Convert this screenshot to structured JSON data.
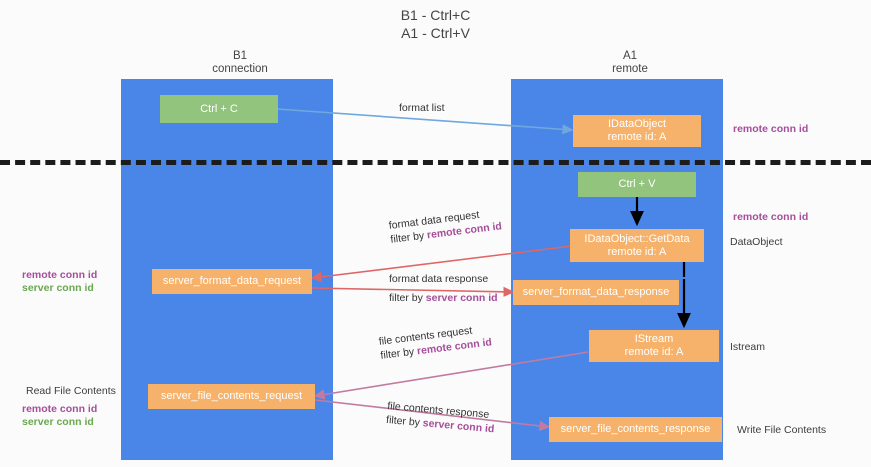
{
  "title": {
    "line1": "B1 - Ctrl+C",
    "line2": "A1 - Ctrl+V"
  },
  "lanes": [
    {
      "id": "b1",
      "name": "B1",
      "sub": "connection"
    },
    {
      "id": "a1",
      "name": "A1",
      "sub": "remote"
    }
  ],
  "nodes": {
    "ctrl_c": {
      "line1": "Ctrl + C",
      "line2": ""
    },
    "idataobject": {
      "line1": "IDataObject",
      "line2": "remote id: A"
    },
    "ctrl_v": {
      "line1": "Ctrl + V",
      "line2": ""
    },
    "getdata": {
      "line1": "IDataObject::GetData",
      "line2": "remote id: A"
    },
    "fmt_req": {
      "line1": "server_format_data_request",
      "line2": ""
    },
    "fmt_resp": {
      "line1": "server_format_data_response",
      "line2": ""
    },
    "istream": {
      "line1": "IStream",
      "line2": "remote id: A"
    },
    "file_req": {
      "line1": "server_file_contents_request",
      "line2": ""
    },
    "file_resp": {
      "line1": "server_file_contents_response",
      "line2": ""
    }
  },
  "edges": {
    "format_list": {
      "text": "format list"
    },
    "fmt_req_l1": {
      "text": "format data request"
    },
    "fmt_req_l2a": {
      "text": "filter by "
    },
    "fmt_req_l2b": {
      "text": "remote conn id"
    },
    "fmt_resp_l1": {
      "text": "format data response"
    },
    "fmt_resp_l2a": {
      "text": "filter by "
    },
    "fmt_resp_l2b": {
      "text": "server conn id"
    },
    "file_req_l1": {
      "text": "file contents request"
    },
    "file_req_l2a": {
      "text": "filter by "
    },
    "file_req_l2b": {
      "text": "remote conn id"
    },
    "file_resp_l1": {
      "text": "file contents response"
    },
    "file_resp_l2a": {
      "text": "filter by "
    },
    "file_resp_l2b": {
      "text": "server conn id"
    }
  },
  "annotations": {
    "right_remote_conn_top": "remote conn id",
    "right_remote_conn_mid": "remote conn id",
    "right_dataobject": "DataObject",
    "right_istream": "Istream",
    "right_write_file": "Write File Contents",
    "left_remote_conn": "remote conn id",
    "left_server_conn": "server conn id",
    "left_read_file": "Read File Contents",
    "left_remote_conn2": "remote conn id",
    "left_server_conn2": "server conn id"
  },
  "colors": {
    "lane": "#4a86e8",
    "node_orange": "#f6b26b",
    "node_green": "#93c47d",
    "purple": "#a64d9b",
    "green_text": "#6aa84f",
    "arrow_blue": "#6fa8dc",
    "arrow_red": "#e06666",
    "arrow_magenta": "#c27ba0",
    "arrow_black": "#000000",
    "divider": "#1c1c1c"
  }
}
